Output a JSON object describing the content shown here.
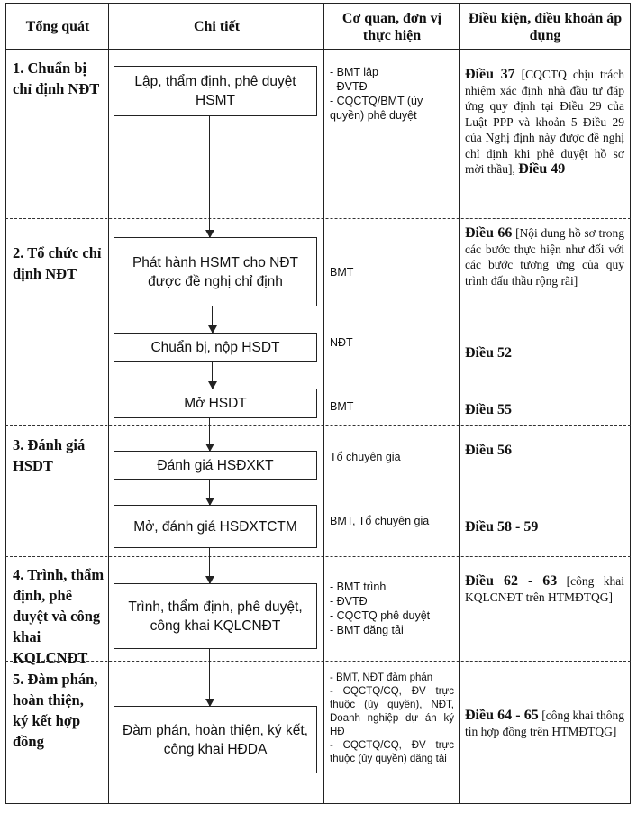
{
  "headers": {
    "col1": "Tổng quát",
    "col2": "Chi tiết",
    "col3": "Cơ quan, đơn vị thực hiện",
    "col4": "Điều kiện, điều khoản áp dụng"
  },
  "phases": [
    {
      "label": "1. Chuẩn bị chỉ định NĐT"
    },
    {
      "label": "2. Tổ chức chỉ định NĐT"
    },
    {
      "label": "3. Đánh giá HSDT"
    },
    {
      "label": "4. Trình, thẩm định, phê duyệt và công khai KQLCNĐT"
    },
    {
      "label": "5. Đàm phán, hoàn thiện, ký kết hợp đồng"
    }
  ],
  "steps": {
    "s1": "Lập, thẩm định, phê duyệt HSMT",
    "s2": "Phát hành HSMT cho NĐT được đề nghị chỉ định",
    "s3": "Chuẩn bị, nộp HSDT",
    "s4": "Mở HSDT",
    "s5": "Đánh giá HSĐXKT",
    "s6": "Mở, đánh giá HSĐXTCTM",
    "s7": "Trình, thẩm định, phê duyệt, công khai KQLCNĐT",
    "s8": "Đàm phán, hoàn thiện, ký kết, công khai HĐDA"
  },
  "agencies": {
    "a1": [
      "- BMT lập",
      "- ĐVTĐ",
      "- CQCTQ/BMT (ủy quyền) phê duyệt"
    ],
    "a2": "BMT",
    "a3": "NĐT",
    "a4": "BMT",
    "a5": "Tổ chuyên gia",
    "a6": "BMT, Tổ chuyên gia",
    "a7": [
      "- BMT trình",
      "- ĐVTĐ",
      "- CQCTQ phê duyệt",
      "- BMT đăng tải"
    ],
    "a8": [
      "- BMT, NĐT đàm phán",
      "- CQCTQ/CQ, ĐV trực thuộc (ủy quyền), NĐT, Doanh nghiệp dự án ký HĐ",
      "- CQCTQ/CQ, ĐV trực thuộc (ủy quyền) đăng tải"
    ]
  },
  "conditions": {
    "c1_art": "Điều 37",
    "c1_text": "[CQCTQ chịu trách nhiệm xác định nhà đầu tư đáp ứng quy định tại Điều 29 của Luật PPP và khoản 5 Điều 29 của Nghị định này được đề nghị chỉ định khi phê duyệt hồ sơ mời thầu],",
    "c1_art2": "Điều 49",
    "c2_art": "Điều 66",
    "c2_text": "[Nội dung hồ sơ trong các bước thực hiện như đối với các bước tương ứng của quy trình đấu thầu rộng rãi]",
    "c3": "Điều 52",
    "c4": "Điều 55",
    "c5": "Điều 56",
    "c6": "Điều 58 - 59",
    "c7_art": "Điều 62 - 63",
    "c7_text": "[công khai KQLCNĐT trên HTMĐTQG]",
    "c8_art": "Điều 64 - 65",
    "c8_text": "[công khai thông tin hợp đồng trên HTMĐTQG]"
  }
}
